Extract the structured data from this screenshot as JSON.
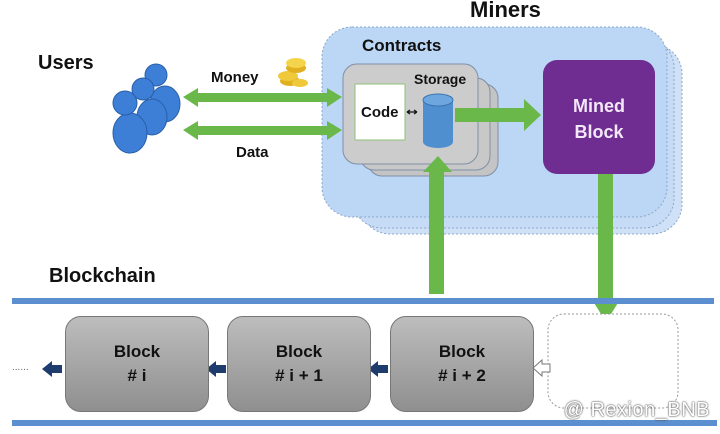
{
  "labels": {
    "users": "Users",
    "miners": "Miners",
    "contracts": "Contracts",
    "storage": "Storage",
    "code": "Code",
    "money": "Money",
    "data": "Data",
    "mined_block_line1": "Mined",
    "mined_block_line2": "Block",
    "blockchain": "Blockchain",
    "ellipsis": "......"
  },
  "blocks": [
    {
      "line1": "Block",
      "line2": "# i"
    },
    {
      "line1": "Block",
      "line2": "# i + 1"
    },
    {
      "line1": "Block",
      "line2": "# i + 2"
    }
  ],
  "colors": {
    "arrow_green": "#6ab84a",
    "miner_area": "#bcd6f5",
    "mined_block": "#6f2c91",
    "chain_line": "#5b8fcf",
    "chain_arrow": "#1f3c6e",
    "user_blue": "#3d7fd6"
  },
  "watermark": "@ Rexion_BNB"
}
